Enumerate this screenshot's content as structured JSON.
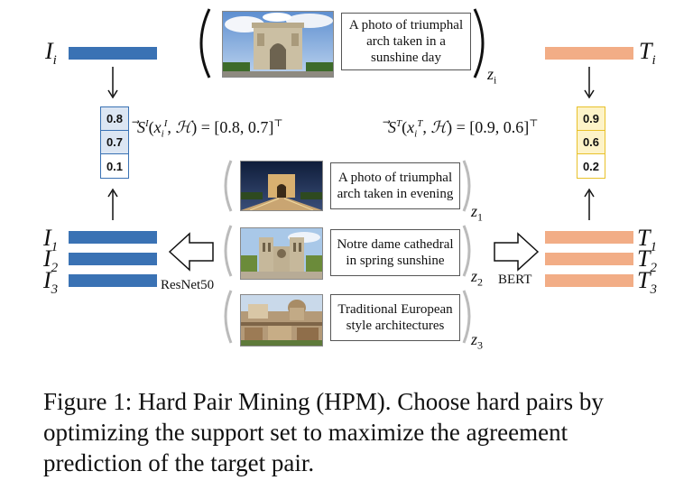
{
  "target": {
    "caption": "A photo of triumphal arch taken in a sunshine day",
    "z_label": "z",
    "z_sub": "i",
    "image_label": "I",
    "image_sub": "i",
    "text_label": "T",
    "text_sub": "i"
  },
  "vectors": {
    "image": [
      "0.8",
      "0.7",
      "0.1"
    ],
    "text": [
      "0.9",
      "0.6",
      "0.2"
    ],
    "image_formula_value": "= [0.8, 0.7]",
    "text_formula_value": "= [0.9, 0.6]",
    "image_colors": {
      "border": "#3a72b4",
      "fill": "#dce6f3"
    },
    "text_colors": {
      "border": "#e8c12a",
      "fill": "#fdf3c8"
    }
  },
  "support": [
    {
      "caption": "A photo of triumphal arch taken in evening",
      "z_sub": "1"
    },
    {
      "caption": "Notre dame cathedral in spring sunshine",
      "z_sub": "2"
    },
    {
      "caption": "Traditional European style architectures",
      "z_sub": "3"
    }
  ],
  "encoders": {
    "image": "ResNet50",
    "text": "BERT"
  },
  "image_features": [
    {
      "label": "I",
      "sub": "1"
    },
    {
      "label": "I",
      "sub": "2"
    },
    {
      "label": "I",
      "sub": "3"
    }
  ],
  "text_features": [
    {
      "label": "T",
      "sub": "1"
    },
    {
      "label": "T",
      "sub": "2"
    },
    {
      "label": "T",
      "sub": "3"
    }
  ],
  "figure_caption": "Figure 1: Hard Pair Mining (HPM). Choose hard pairs by optimizing the support set to maximize the agreement prediction of the target pair.",
  "colors": {
    "image_bar": "#3a72b4",
    "text_bar": "#f2ad86"
  }
}
